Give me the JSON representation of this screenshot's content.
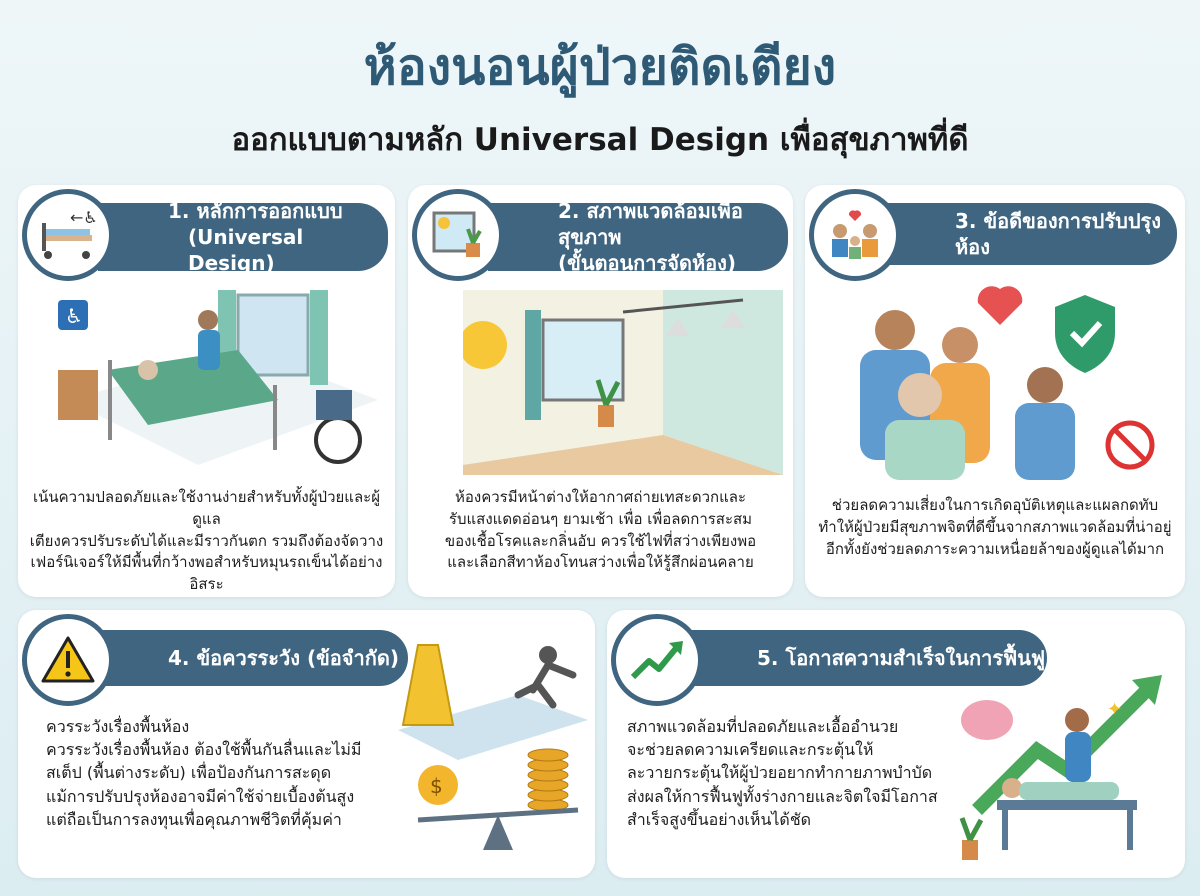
{
  "header": {
    "title": "ห้องนอนผู้ป่วยติดเตียง",
    "subtitle": "ออกแบบตามหลัก Universal Design เพื่อสุขภาพที่ดี"
  },
  "colors": {
    "accent": "#3f6580",
    "title": "#2f5a76",
    "background": "#e4f1f5"
  },
  "cards": [
    {
      "icon": "bed-wheelchair-icon",
      "heading_line1": "1. หลักการออกแบบ",
      "heading_line2": "(Universal Design)",
      "lines": [
        "เน้นความปลอดภัยและใช้งานง่ายสำหรับทั้งผู้ป่วยและผู้ดูแล",
        "เตียงควรปรับระดับได้และมีราวกันตก รวมถึงต้องจัดวาง",
        "เฟอร์นิเจอร์ให้มีพื้นที่กว้างพอสำหรับหมุนรถเข็นได้อย่างอิสระ"
      ]
    },
    {
      "icon": "window-plant-icon",
      "heading_line1": "2. สภาพแวดล้อมเพื่อสุขภาพ",
      "heading_line2": "(ขั้นตอนการจัดห้อง)",
      "lines": [
        "ห้องควรมีหน้าต่างให้อากาศถ่ายเทสะดวกและ",
        "รับแสงแดดอ่อนๆ ยามเช้า เพื่อ เพื่อลดการสะสม",
        "ของเชื้อโรคและกลิ่นอับ ควรใช้ไฟที่สว่างเพียงพอ",
        "และเลือกสีทาห้องโทนสว่างเพื่อให้รู้สึกผ่อนคลาย"
      ]
    },
    {
      "icon": "family-heart-icon",
      "heading_line1": "3. ข้อดีของการปรับปรุงห้อง",
      "heading_line2": "",
      "lines": [
        "ช่วยลดความเสี่ยงในการเกิดอุบัติเหตุและแผลกดทับ",
        "ทำให้ผู้ป่วยมีสุขภาพจิตที่ดีขึ้นจากสภาพแวดล้อมที่น่าอยู่",
        "อีกทั้งยังช่วยลดภาระความเหนื่อยล้าของผู้ดูแลได้มาก"
      ]
    },
    {
      "icon": "warning-icon",
      "heading_line1": "4. ข้อควรระวัง (ข้อจำกัด)",
      "heading_line2": "",
      "lines": [
        "ควรระวังเรื่องพื้นห้อง",
        "ควรระวังเรื่องพื้นห้อง ต้องใช้พื้นกันลื่นและไม่มี",
        "สเต็ป (พื้นต่างระดับ) เพื่อป้องกันการสะดุด",
        "แม้การปรับปรุงห้องอาจมีค่าใช้จ่ายเบื้องต้นสูง",
        "แต่ถือเป็นการลงทุนเพื่อคุณภาพชีวิตที่คุ้มค่า"
      ]
    },
    {
      "icon": "trend-up-icon",
      "heading_line1": "5. โอกาสความสำเร็จในการฟื้นฟู",
      "heading_line2": "",
      "lines": [
        "สภาพแวดล้อมที่ปลอดภัยและเอื้ออำนวย",
        "จะช่วยลดความเครียดและกระตุ้นให้",
        "ละวายกระตุ้นให้ผู้ป่วยอยากทำกายภาพบำบัด",
        "ส่งผลให้การฟื้นฟูทั้งร่างกายและจิตใจมีโอกาส",
        "สำเร็จสูงขึ้นอย่างเห็นได้ชัด"
      ]
    }
  ]
}
